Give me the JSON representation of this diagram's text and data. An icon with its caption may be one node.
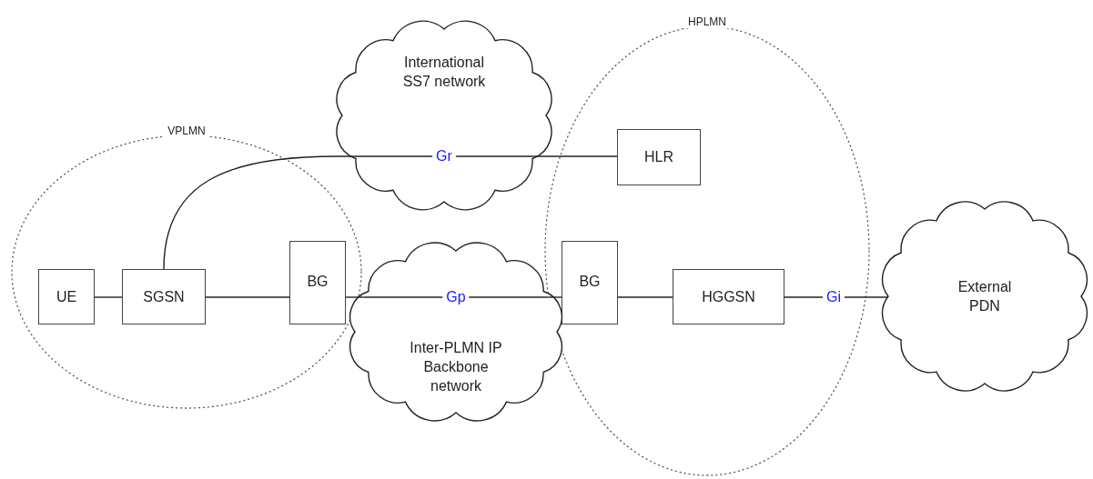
{
  "diagram": {
    "nodes": [
      {
        "text": [
          "VPLMN"
        ]
      },
      {
        "text": [
          "UE"
        ],
        "in": 0
      },
      {
        "text": [
          "SGSN"
        ],
        "in": 0
      },
      {
        "text": [
          "BG"
        ],
        "in": 0
      },
      {
        "text": [
          "International SS7 network",
          "Gr"
        ]
      },
      {
        "text": [
          "HPLMN"
        ]
      },
      {
        "text": [
          "HLR"
        ],
        "in": 5
      },
      {
        "text": [
          "BG"
        ],
        "in": 5
      },
      {
        "text": [
          "HGGSN"
        ],
        "in": 5
      },
      {
        "text": [
          "Gp",
          "Inter-PLMN IP Backbone network"
        ]
      },
      {
        "text": [
          "External PDN"
        ]
      }
    ],
    "edges": [
      {
        "from": 1,
        "to": 2,
        "arrow": "none"
      },
      {
        "from": 2,
        "to": 3,
        "arrow": "none"
      },
      {
        "from": 3,
        "to": 9,
        "arrow": "none"
      },
      {
        "from": 9,
        "to": 7,
        "arrow": "none"
      },
      {
        "from": 7,
        "to": 8,
        "arrow": "none"
      },
      {
        "from": 8,
        "to": 10,
        "arrow": "none",
        "label": "Gi"
      },
      {
        "from": 2,
        "to": 4,
        "arrow": "none"
      },
      {
        "from": 4,
        "to": 6,
        "arrow": "none"
      }
    ]
  }
}
